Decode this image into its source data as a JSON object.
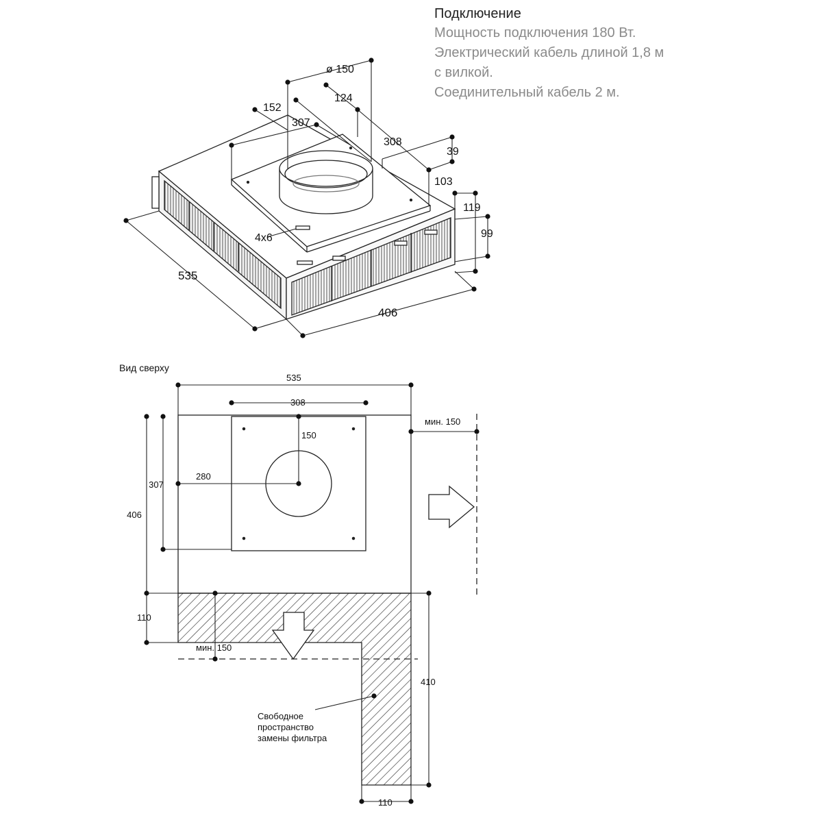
{
  "connection": {
    "title": "Подключение",
    "lines": [
      "Мощность подключения 180 Вт.",
      "Электрический кабель длиной 1,8 м",
      "с вилкой.",
      "Соединительный кабель 2 м."
    ]
  },
  "iso_view": {
    "dims": {
      "d150": "ø 150",
      "d124": "124",
      "d152": "152",
      "d307": "307",
      "d308": "308",
      "d39": "39",
      "d103": "103",
      "d119": "119",
      "d99": "99",
      "d535": "535",
      "d406": "406",
      "holes": "4x6"
    }
  },
  "top_view": {
    "title": "Вид сверху",
    "dims": {
      "w535": "535",
      "w308": "308",
      "r150": "150",
      "x280": "280",
      "h307": "307",
      "h406": "406",
      "h110": "110",
      "min150_right": "мин. 150",
      "min150_bottom": "мин. 150",
      "h410": "410",
      "w110": "110"
    },
    "note": [
      "Свободное",
      "пространство",
      "замены фильтра"
    ]
  }
}
